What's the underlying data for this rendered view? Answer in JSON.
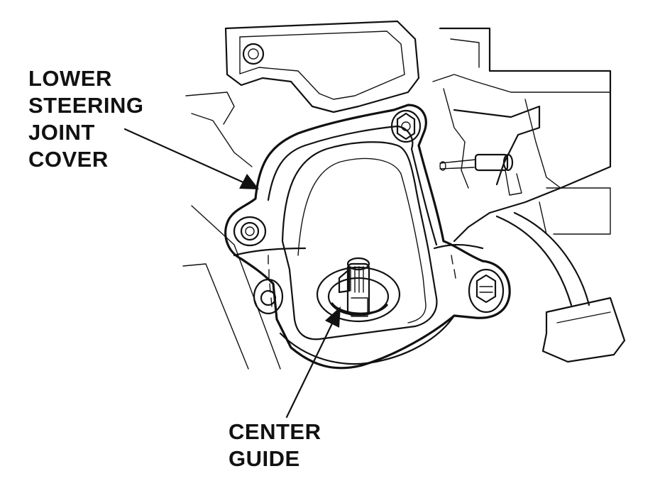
{
  "labels": {
    "lower_steering_joint_cover": [
      "LOWER",
      "STEERING",
      "JOINT",
      "COVER"
    ],
    "center_guide": [
      "CENTER",
      "GUIDE"
    ]
  },
  "colors": {
    "line": "#111111",
    "background": "#ffffff"
  }
}
